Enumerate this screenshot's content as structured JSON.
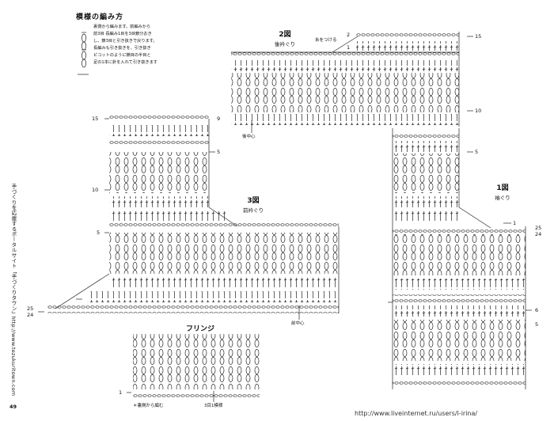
{
  "page": {
    "heading": "模様の編み方",
    "publisher_line": "手づくりを応援するポータルサイト「手づくりタウン」http://www.tezukuritown.com",
    "page_number": "49",
    "watermark_url": "http://www.liveinternet.ru/users/l-irina/"
  },
  "legend": {
    "lines": [
      "裏側から編みます。前編みから",
      "前3目 長編み1目を3目鎖分おき",
      "し、鎖3目と引き抜きで戻ります。",
      "長編みも引き抜きを、引き抜き",
      "ピコットのように鎖目の半目と",
      "足の1本に針を入れて引き抜きます"
    ]
  },
  "figures": {
    "fig2": {
      "number": "2図",
      "label": "後衿ぐり",
      "mark": "糸をつける",
      "center": "後中心"
    },
    "fig3": {
      "number": "3図",
      "label": "前衿ぐり",
      "center": "前中心"
    },
    "fig1": {
      "number": "1図",
      "label": "袖ぐり"
    },
    "fringe": {
      "title": "フリンジ",
      "note": "＊裏側から編む",
      "repeat": "3目1模様"
    }
  },
  "row_numbers": {
    "fig2": [
      "2",
      "1",
      "15",
      "10"
    ],
    "fig3": [
      "15",
      "10",
      "5",
      "9",
      "5",
      "25",
      "24"
    ],
    "fig1": [
      "5",
      "1",
      "25",
      "24",
      "6",
      "5"
    ],
    "fringe": [
      "1"
    ]
  }
}
